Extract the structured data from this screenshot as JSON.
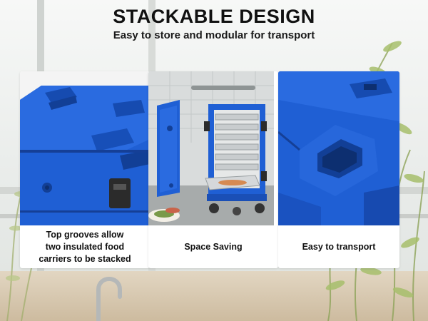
{
  "heading": {
    "title": "STACKABLE DESIGN",
    "subtitle": "Easy to store and modular for transport"
  },
  "cards": [
    {
      "caption_lines": [
        "Top grooves allow",
        "two insulated food",
        "carriers to be stacked"
      ]
    },
    {
      "caption_lines": [
        "Space Saving"
      ]
    },
    {
      "caption_lines": [
        "Easy to transport"
      ]
    }
  ],
  "colors": {
    "product_blue": "#1f5fd4",
    "product_blue_dark": "#153f96",
    "caption_text": "#111111",
    "card_background": "#ffffff"
  }
}
